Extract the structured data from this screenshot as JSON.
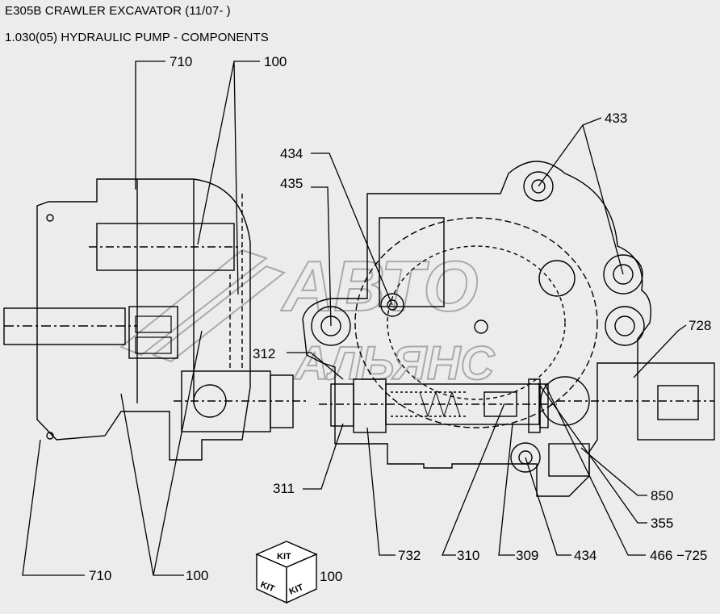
{
  "header": {
    "title": "E305B CRAWLER EXCAVATOR (11/07- )",
    "subtitle": "1.030(05) HYDRAULIC PUMP - COMPONENTS"
  },
  "watermark": {
    "line1": "АВТО",
    "line2": "АЛЬЯНС"
  },
  "callouts": {
    "top_710": "710",
    "top_100": "100",
    "c434_top": "434",
    "c435": "435",
    "c433": "433",
    "c728": "728",
    "c312": "312",
    "c311": "311",
    "c850": "850",
    "c355": "355",
    "c466_725": "466 −725",
    "c732": "732",
    "c310": "310",
    "c309": "309",
    "c434_bottom": "434",
    "bottom_710": "710",
    "bottom_100": "100",
    "kit_100": "100"
  },
  "kit_icon": {
    "face_top": "KIT",
    "face_left": "KIT",
    "face_right": "KIT"
  }
}
